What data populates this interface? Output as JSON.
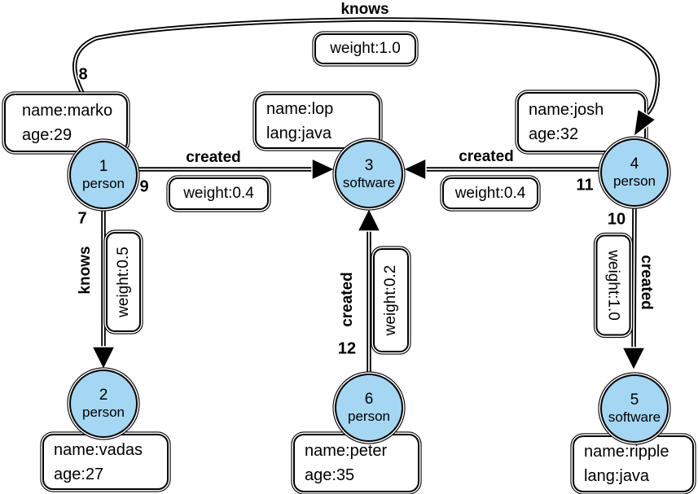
{
  "colors": {
    "node_fill": "#a5d6f2",
    "edge_stroke": "#000000",
    "background": "#ffffff"
  },
  "diagram": {
    "type": "property-graph",
    "nodes": [
      {
        "id": "1",
        "type": "person",
        "props": [
          "name:marko",
          "age:29"
        ]
      },
      {
        "id": "2",
        "type": "person",
        "props": [
          "name:vadas",
          "age:27"
        ]
      },
      {
        "id": "3",
        "type": "software",
        "props": [
          "name:lop",
          "lang:java"
        ]
      },
      {
        "id": "4",
        "type": "person",
        "props": [
          "name:josh",
          "age:32"
        ]
      },
      {
        "id": "5",
        "type": "software",
        "props": [
          "name:ripple",
          "lang:java"
        ]
      },
      {
        "id": "6",
        "type": "person",
        "props": [
          "name:peter",
          "age:35"
        ]
      }
    ],
    "edges": {
      "e7": {
        "id": "7",
        "label": "knows",
        "weight": "weight:0.5",
        "from": "1",
        "to": "2"
      },
      "e8": {
        "id": "8",
        "label": "knows",
        "weight": "weight:1.0",
        "from": "1",
        "to": "4"
      },
      "e9": {
        "id": "9",
        "label": "created",
        "weight": "weight:0.4",
        "from": "1",
        "to": "3"
      },
      "e10": {
        "id": "10",
        "label": "created",
        "weight": "weight:1.0",
        "from": "4",
        "to": "5"
      },
      "e11": {
        "id": "11",
        "label": "created",
        "weight": "weight:0.4",
        "from": "4",
        "to": "3"
      },
      "e12": {
        "id": "12",
        "label": "created",
        "weight": "weight:0.2",
        "from": "6",
        "to": "3"
      }
    }
  }
}
